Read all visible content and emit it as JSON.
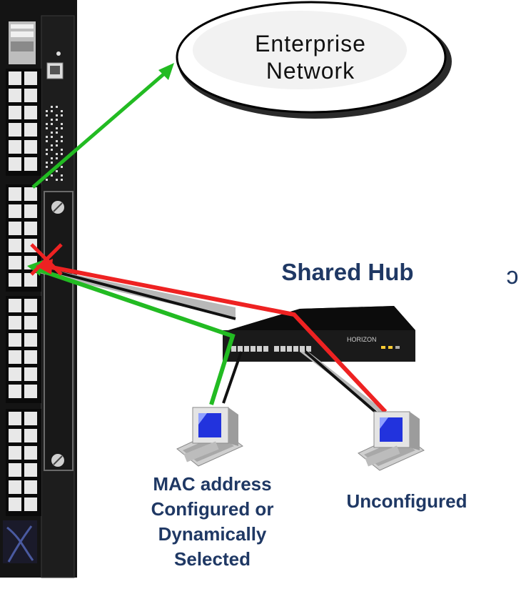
{
  "network": {
    "cloud_label": "Enterprise\nNetwork"
  },
  "hub": {
    "label": "Shared Hub",
    "brand": "HORIZON"
  },
  "hosts": {
    "left_label": "MAC address\nConfigured or\nDynamically\nSelected",
    "right_label": "Unconfigured"
  },
  "edge_glyph": "ↄ",
  "colors": {
    "allowed_link": "#22bb22",
    "blocked_link": "#ee2222",
    "cable": "#111111",
    "label_text": "#1f3864",
    "switch_chassis": "#141414",
    "port": "#e8e8e8",
    "monitor_screen": "#2233dd"
  },
  "icons": {
    "blocked_marker": "red-x-icon",
    "switch": "switch-chassis-icon",
    "hub": "hub-icon",
    "computer": "computer-icon"
  }
}
